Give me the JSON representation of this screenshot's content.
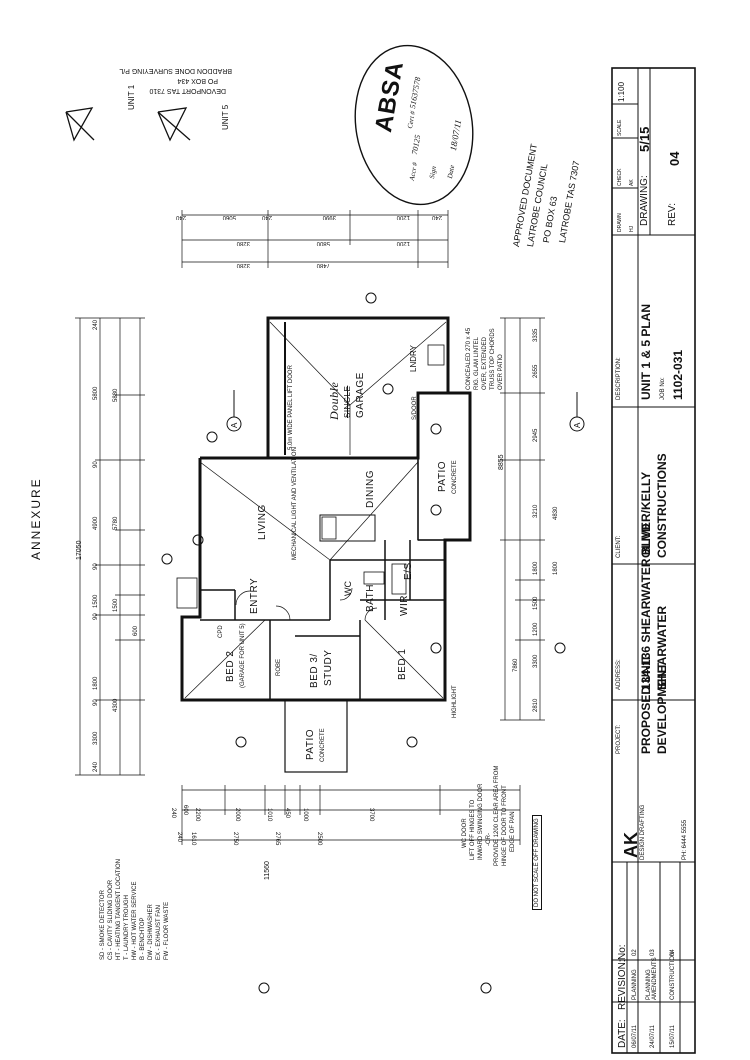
{
  "header": {
    "annexure": "ANNEXURE"
  },
  "surveyor_stamp": {
    "line1": "BRADDON DONE SURVEYING P/L",
    "line2": "PO BOX 434",
    "line3": "DEVONPORT TAS 7310",
    "unit_a": "UNIT 1",
    "unit_b": "UNIT 5"
  },
  "approval": {
    "line1": "APPROVED DOCUMENT",
    "line2": "LATROBE COUNCIL",
    "line3": "PO BOX 63",
    "line4": "LATROBE TAS 7307"
  },
  "absa_seal": {
    "brand": "ABSA",
    "accr_label": "Accr #",
    "accr_value": "70125",
    "cert_label": "Cert #",
    "cert_value": "51637578",
    "sign_label": "Sign",
    "date_label": "Date",
    "date_value": "18/07/11"
  },
  "rooms": {
    "living": "LIVING",
    "dining": "DINING",
    "garage_main": "GARAGE",
    "garage_note": "Double",
    "garage_struck": "SINGLE",
    "lndry": "LNDRY",
    "patio_top": "PATIO",
    "patio_top_sub": "CONCRETE",
    "patio_bottom": "PATIO",
    "patio_bottom_sub": "CONCRETE",
    "bed1": "BED 1",
    "bed2": "BED 2",
    "bed2_note": "(GARAGE FOR UNIT 5)",
    "bed3": "BED 3/",
    "bed3b": "STUDY",
    "bath": "BATH",
    "entry": "ENTRY",
    "wir": "WIR",
    "es": "E/S",
    "wc": "WC",
    "cpd": "CPD",
    "robe": "ROBE"
  },
  "notes": {
    "door": "5.0m WIDE PANEL LIFT DOOR",
    "mech": "MECHANICAL LIGHT AND VENTILATION",
    "conceal1": "CONCEALED 270 x 45",
    "conceal2": "RIG. GLAM LINTEL",
    "conceal3": "OVER, EXTENDED",
    "conceal4": "TRUSS TOP CHORDS",
    "conceal5": "OVER PATIO",
    "sdoor": "S/DOOR",
    "wc1": "WC DOOR",
    "wc2": "LIFT OFF HINGES TO",
    "wc3": "INWARD SWINGING DOOR",
    "wc4": "-OR-",
    "wc5": "PROVIDE 1200 CLEAR AREA FROM",
    "wc6": "HINGE OF DOOR TO FRONT",
    "wc7": "EDGE OF PAN",
    "noscale": "DO NOT SCALE OFF DRAWING",
    "highlight": "HIGHLIGHT"
  },
  "legend": [
    "SD - SMOKE DETECTOR",
    "CS - CAVITY SLIDING DOOR",
    "HT - HEATING TANGENT LOCATION",
    "T - LAUNDRY TROUGH",
    "HW - HOT WATER SERVICE",
    "B - BENCHTOP",
    "DW - DISHWASHER",
    "EX - EXHAUST FAN",
    "FW - FLOOR WASTE"
  ],
  "dimensions": {
    "top_total": "17050",
    "top_chain": [
      "240",
      "3300",
      "90",
      "1800",
      "90",
      "1500",
      "90",
      "4900",
      "90",
      "5800",
      "240"
    ],
    "left_chain2": [
      "4300",
      "1500",
      "5780",
      "5880"
    ],
    "left_600": "600",
    "right_total": "8855",
    "right_chain": [
      "2810",
      "3300",
      "1200",
      "1500",
      "1800",
      "1800",
      "3210",
      "2945",
      "2655",
      "3335"
    ],
    "right_sub": [
      "7860",
      "4830"
    ],
    "bottom_total": "11560",
    "bottom_chain": [
      "240",
      "2200",
      "2000",
      "1010",
      "450",
      "1000",
      "3700"
    ],
    "bottom_chain2": [
      "1610",
      "2750",
      "2765",
      "2500",
      "600",
      "240"
    ],
    "gtop_chain": [
      "240",
      "5060",
      "240",
      "3990",
      "1200",
      "240"
    ],
    "gtop_chain2": [
      "3280",
      "5800",
      "1200"
    ],
    "gtop_total": "7480",
    "gtop_3280": "3280"
  },
  "title_block": {
    "date_label": "DATE:",
    "revision_label": "REVISION:",
    "no_label": "No:",
    "revisions": [
      {
        "date": "06/07/11",
        "desc": "PLANNING",
        "no": "02"
      },
      {
        "date": "24/07/11",
        "desc": "PLANNING AMENDMENTS",
        "no": "03"
      },
      {
        "date": "15/07/11",
        "desc": "CONSTRUCTION",
        "no": "04"
      }
    ],
    "logo_text": "AK",
    "logo_sub": "DESIGN DRAFTING",
    "phone": "PH: 6444 5555",
    "project_label": "PROJECT:",
    "project1": "PROPOSED UNIT",
    "project2": "DEVELOPMENT",
    "address_label": "ADDRESS:",
    "address1": "134-136 SHEARWATER BLVD",
    "address2": "SHEARWATER",
    "client_label": "CLIENT:",
    "client1": "OLIVER/KELLY",
    "client2": "CONSTRUCTIONS",
    "desc_label": "DESCRIPTION:",
    "desc1": "UNIT 1 & 5 PLAN",
    "job_label": "JOB No:",
    "job": "1102-031",
    "drawing_label": "DRAWING:",
    "drawing": "5/15",
    "rev_label": "REV:",
    "rev": "04",
    "scale_label": "SCALE",
    "scale": "1:100",
    "drawn_label": "DRAWN",
    "check_label": "CHECK",
    "drawn": "HJ",
    "check": "AK"
  },
  "section_marker": "A"
}
